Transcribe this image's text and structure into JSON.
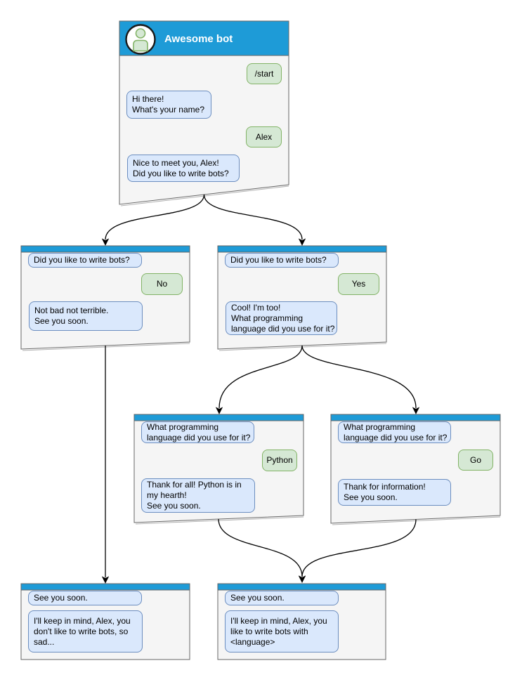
{
  "colors": {
    "accent": "#1e9bd7",
    "window_fill": "#f5f5f5",
    "window_border": "#666666",
    "bot_bubble_fill": "#dae8fc",
    "bot_bubble_border": "#6c8ebf",
    "user_bubble_fill": "#d5e8d4",
    "user_bubble_border": "#82b366",
    "header_text": "#ffffff",
    "avatar_fill": "#d5e8d4",
    "avatar_border": "#82b366",
    "arrow": "#000000"
  },
  "main_window": {
    "title": "Awesome bot",
    "avatar_icon": "person-icon",
    "messages": {
      "start_command": "/start",
      "greeting": "Hi there!\nWhat's your name?",
      "name_reply": "Alex",
      "ask_bots": "Nice to meet you, Alex!\nDid you like to write bots?"
    }
  },
  "branch_no": {
    "question": "Did you like to write bots?",
    "answer": "No",
    "response": "Not bad not terrible.\nSee you soon."
  },
  "branch_yes": {
    "question": "Did you like to write bots?",
    "answer": "Yes",
    "response": "Cool! I'm too!\nWhat programming\nlanguage did you use for it?"
  },
  "branch_python": {
    "question": "What programming\nlanguage did you use for it?",
    "answer": "Python",
    "response": "Thank for all! Python is in\nmy hearth!\nSee you soon."
  },
  "branch_go": {
    "question": "What programming\nlanguage did you use for it?",
    "answer": "Go",
    "response": "Thank for information!\nSee you soon."
  },
  "end_no": {
    "question": "See you soon.",
    "response": "I'll keep in mind, Alex, you\ndon't like to write bots, so\nsad..."
  },
  "end_yes": {
    "question": "See you soon.",
    "response": "I'll keep in mind, Alex, you\nlike to write bots with\n<language>"
  }
}
